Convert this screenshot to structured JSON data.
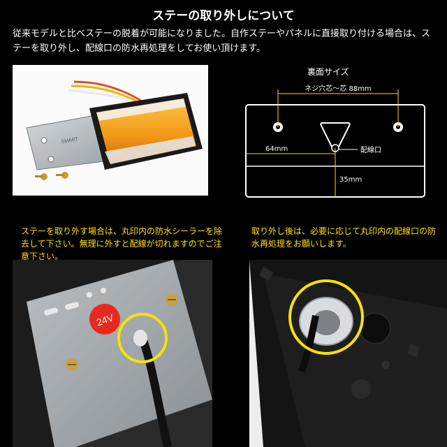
{
  "header": {
    "title": "ステーの取り外しについて",
    "description": "従来モデルと比べステーの脱着が可能になりました。自作ステーやパネルに直接取り付ける場合は、ステーを取り外し、配線口の防水再処理をしてお使い頂けます。"
  },
  "diagram": {
    "label": "裏面サイズ",
    "screw_pitch": "ネジ穴芯～芯 88mm",
    "width_to_port": "64mm",
    "port_label": "配線口",
    "height_to_port": "35mm"
  },
  "photo1": {
    "lens_color": "#f39a18",
    "plate_text": "SMART"
  },
  "photo2": {
    "badge": "24V"
  },
  "notes": {
    "left": "ステーを取り外す場合は、丸印内の防水シーラーを除去して下さい。無理に外すと配線が切れますのでご注意下さい。",
    "right": "取り外し後は、必要に応じて丸印内の配線口の防水再処理をお願いします。"
  },
  "colors": {
    "note_text": "#ffe000",
    "highlight_circle": "#f5e400",
    "dimension_line": "#f5e400",
    "badge_red": "#e52a1e"
  }
}
